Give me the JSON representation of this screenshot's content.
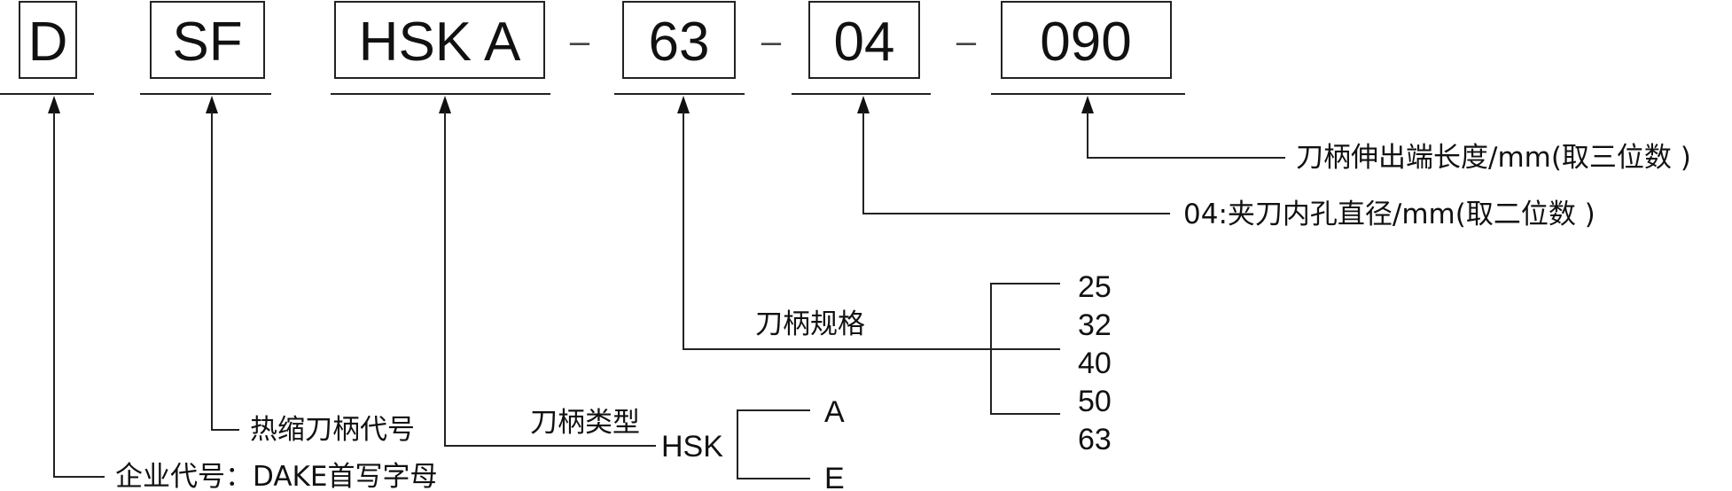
{
  "codes": {
    "c1": "D",
    "c2": "SF",
    "c3": "HSK A",
    "c4": "63",
    "c5": "04",
    "c6": "090",
    "separator": "–"
  },
  "labels": {
    "company_code": "企业代号：DAKE首写字母",
    "shrink_holder_code": "热缩刀柄代号",
    "holder_type": "刀柄类型",
    "hsk": "HSK",
    "holder_spec": "刀柄规格",
    "bore_diameter": "04:夹刀内孔直径/mm(取二位数 )",
    "extension_length": "刀柄伸出端长度/mm(取三位数 )"
  },
  "type_options": [
    "A",
    "E"
  ],
  "spec_options": [
    "25",
    "32",
    "40",
    "50",
    "63"
  ]
}
